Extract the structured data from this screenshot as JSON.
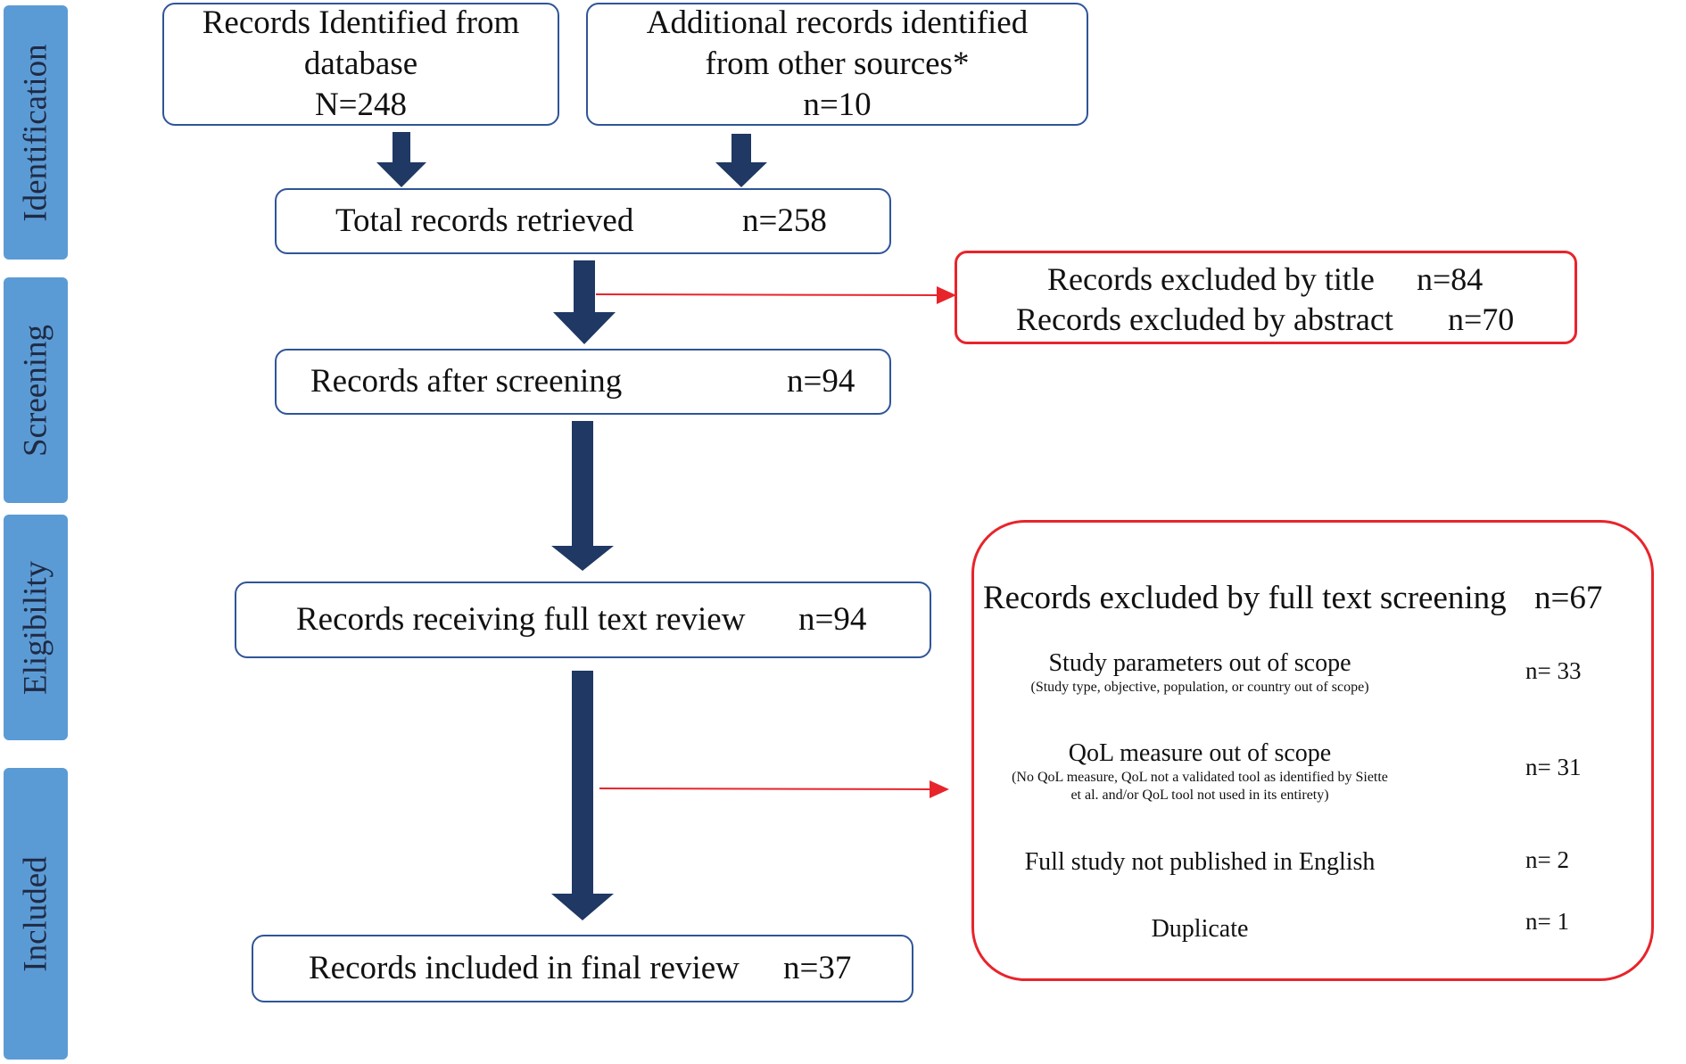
{
  "stages": {
    "identification": "Identification",
    "screening": "Screening",
    "eligibility": "Eligibility",
    "included": "Included"
  },
  "boxes": {
    "database": {
      "line1": "Records Identified from",
      "line2": "database",
      "count": "N=248"
    },
    "other_sources": {
      "line1": "Additional records identified",
      "line2": "from other sources*",
      "count": "n=10"
    },
    "total": {
      "label": "Total records retrieved",
      "count": "n=258"
    },
    "after_screening": {
      "label": "Records after screening",
      "count": "n=94"
    },
    "full_text": {
      "label": "Records receiving full text review",
      "count": "n=94"
    },
    "final": {
      "label": "Records included in final review",
      "count": "n=37"
    }
  },
  "exclusions_screening": {
    "by_title_label": "Records excluded by title",
    "by_title_count": "n=84",
    "by_abstract_label": "Records excluded by abstract",
    "by_abstract_count": "n=70"
  },
  "exclusions_full_text": {
    "heading": "Records excluded by full text screening",
    "heading_count": "n=67",
    "reasons": [
      {
        "label": "Study parameters out of scope",
        "detail_line1": "(Study type, objective, population, or country out of scope)",
        "detail_line2": "",
        "count": "n= 33"
      },
      {
        "label": "QoL measure out of scope",
        "detail_line1": "(No QoL measure, QoL not a validated tool as identified by Siette",
        "detail_line2": "et al. and/or QoL tool not used in its entirety)",
        "count": "n= 31"
      },
      {
        "label": "Full study not published in English",
        "detail_line1": "",
        "detail_line2": "",
        "count": "n= 2"
      },
      {
        "label": "Duplicate",
        "detail_line1": "",
        "detail_line2": "",
        "count": "n= 1"
      }
    ]
  },
  "colors": {
    "stage_fill": "#5b9bd5",
    "box_border": "#2f5597",
    "flow_arrow": "#1f3864",
    "exclusion_border": "#e8242b"
  }
}
